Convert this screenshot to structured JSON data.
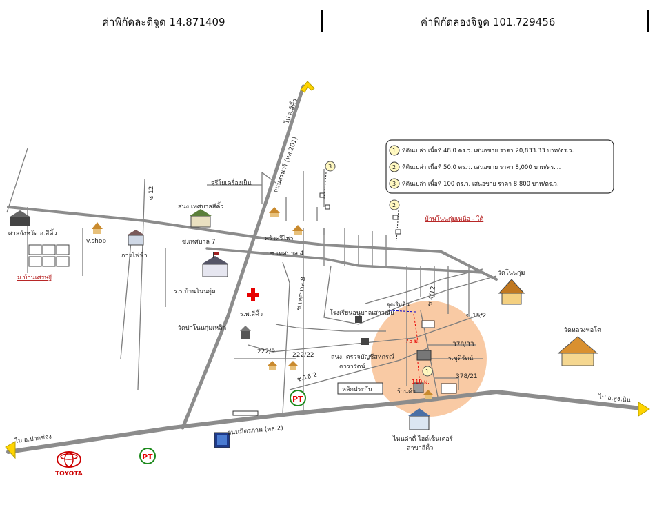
{
  "header": {
    "lat_label": "ค่าพิกัดละติจูด 14.871409",
    "lon_label": "ค่าพิกัดลองจิจูด 101.729456"
  },
  "legend": {
    "items": [
      {
        "num": "1",
        "text": "ที่ดินเปล่า เนื้อที่ 48.0 ตร.ว. เสนอขาย ราคา 20,833.33 บาท/ตร.ว."
      },
      {
        "num": "2",
        "text": "ที่ดินเปล่า เนื้อที่ 50.0 ตร.ว. เสนอขาย ราคา 8,000 บาท/ตร.ว."
      },
      {
        "num": "3",
        "text": "ที่ดินเปล่า เนื้อที่ 100 ตร.ว. เสนอขาย ราคา 8,800 บาท/ตร.ว."
      }
    ]
  },
  "places": {
    "to_sikhio": "ไป อ.สีคิ้ว",
    "road_201": "ถนนสุรนารี (ทล.201)",
    "mittraphap": "ถนนมิตรภาพ (ทล.2)",
    "to_pakchong": "ไป อ.ปากช่อง",
    "to_sungnoen": "ไป อ.สูงเนิน",
    "court": "ศาลจังหวัด อ.สีคิ้ว",
    "shop": "v.shop",
    "electric": "การไฟฟ้า",
    "municipality": "สนง.เทศบาลสีคิ้ว",
    "sri_mongkol": "สุรีโยเครื่องเย็น",
    "school": "ร.ร.บ้านโนนกุ่ม",
    "hospital": "ร.พ.สีคิ้ว",
    "wat_nonkum": "วัดโนนกุ่ม",
    "wat_pa": "วัดป่าโนนกุ่มเหล็ก",
    "wat_hong": "วัดหลวงพ่อโต",
    "kru": "ครัวศรีไพร",
    "ban_nonkum": "บ้านโนนกุ่มเหนือ - ใต้",
    "soi_4": "ซ.เทศบาล 4",
    "soi_7": "ซ.เทศบาล 7",
    "soi_12": "ซ.12",
    "soi_8": "ซ.เทศบาล 8",
    "soi_412": "ซ.4/12",
    "soi_152": "ซ.15/2",
    "soi_16": "ซ.16/2",
    "mu_ban": "ม.บ้านเศรษฐี",
    "n222_9": "222/9",
    "n222_22": "222/22",
    "n378_33": "378/33",
    "n378_21": "378/21",
    "vet": "ร.ชุติรัตน์",
    "school_sp": "โรงเรียนอนุบาลเสาวณีย์",
    "sno": "สนง. ตรวจบัญชีสหกรณ์",
    "sno2": "ดารารัตน์",
    "subject": "หลักประกัน",
    "shop2": "ร้านค้า",
    "rd_75": "75 ม.",
    "rd_110": "110 ม.",
    "jud": "จุดเริ่มต้น",
    "honda": "ไหนด่าตี้ ไฮด์เซ็นเตอร์",
    "honda2": "สาขาสีคิ้ว",
    "toyota": "TOYOTA",
    "pt": "PT"
  },
  "colors": {
    "road": "#8c8c8c",
    "minor_road": "#7d7d7d",
    "arrow": "#ffd400",
    "circle": "#f8c49a",
    "red": "#e60000",
    "green": "#1d8a1d",
    "label_red": "#b01010"
  }
}
